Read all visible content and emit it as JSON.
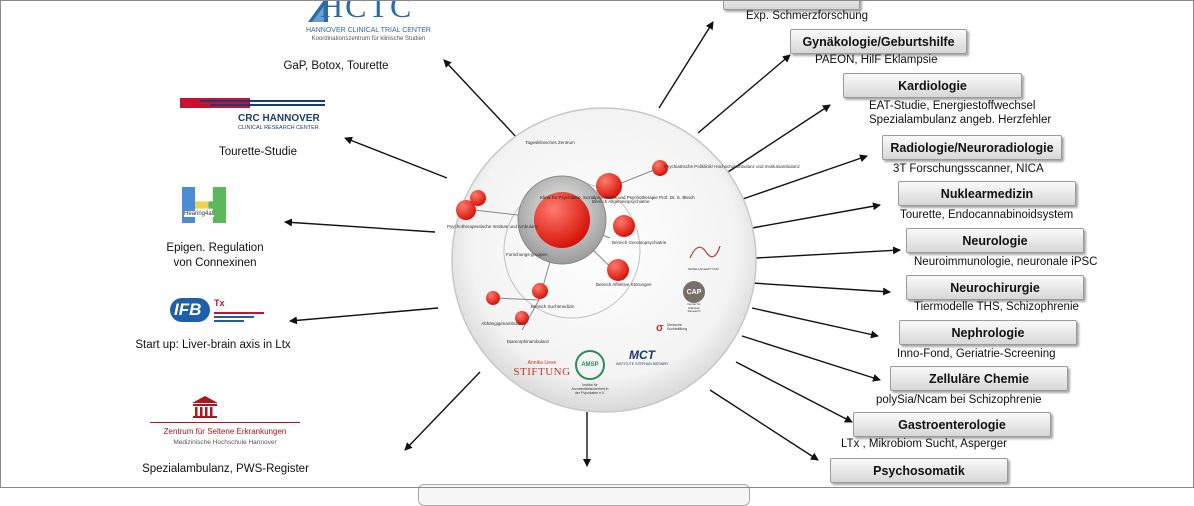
{
  "left_institutions": [
    {
      "logo": "HCTC",
      "logo_sub1": "HANNOVER CLINICAL TRIAL CENTER",
      "logo_sub2": "Koordinationszentrum für klinische Studien",
      "label": "GaP, Botox, Tourette"
    },
    {
      "logo": "CRC HANNOVER",
      "logo_sub1": "CLINICAL RESEARCH CENTER",
      "label": "Tourette-Studie"
    },
    {
      "logo": "Hearing4all",
      "label_line1": "Epigen. Regulation",
      "label_line2": "von Connexinen"
    },
    {
      "logo": "IFB",
      "logo_tx": "Tx",
      "label": "Start up: Liver-brain axis in Ltx"
    },
    {
      "logo": "Zentrum für Seltene Erkrankungen",
      "logo_sub1": "Medizinische Hochschule Hannover",
      "label": "Spezialambulanz, PWS-Register"
    }
  ],
  "right_departments": [
    {
      "sub": "Exp. Schmerzforschung"
    },
    {
      "name": "Gynäkologie/Geburtshilfe",
      "sub": "PAEON,  HilF Eklampsie"
    },
    {
      "name": "Kardiologie",
      "sub": "EAT-Studie, Energiestoffwechsel",
      "sub2": "Spezialambulanz angeb. Herzfehler"
    },
    {
      "name": "Radiologie/Neuroradiologie",
      "sub": "3T Forschungsscanner, NICA"
    },
    {
      "name": "Nuklearmedizin",
      "sub": "Tourette, Endocannabinoidsystem"
    },
    {
      "name": "Neurologie",
      "sub": "Neuroimmunologie, neuronale iPSC"
    },
    {
      "name": "Neurochirurgie",
      "sub": "Tiermodelle THS, Schizophrenie"
    },
    {
      "name": "Nephrologie",
      "sub": "Inno-Fond, Geriatrie-Screening"
    },
    {
      "name": "Zelluläre Chemie",
      "sub": "polySia/Ncam bei Schizophrenie"
    },
    {
      "name": "Gastroenterologie",
      "sub": "LTx , Mikrobiom Sucht, Asperger"
    },
    {
      "name": "Psychosomatik"
    }
  ],
  "center": {
    "hub": "Klinik für Psychiatrie, Sozialpsychiatrie und Psychotherapie Prof. Dr. S. Bleich",
    "forschung": "Forschungs-gruppen",
    "nodes": [
      "Tagesklinisches Zentrum",
      "Psychiatrische Poliklinik/ Hochschulambulanz und Institutsambulanz",
      "Bereich Allgemeinpsychiatrie",
      "Bereich Gerontopsychiatrie",
      "Bereich Affektive Störungen",
      "Bereich Suchtmedizin",
      "Abhängigenambulanz",
      "Diamorphinambulanz",
      "Psychotherapeutische Institute und Ambulanz"
    ],
    "logos": {
      "stiftung_top": "Annika Liese",
      "stiftung": "STIFTUNG",
      "amsp": "AMSP",
      "amsp_sub": "Institut für Arzneimittelsicherheit in der Psychiatrie e.V.",
      "mct": "MCT",
      "mct_sub": "INSTITUTE STEPHAN BIESNER",
      "cap": "CAP",
      "cap_sub": "Center for Addiction Research",
      "dgs": "Deutsche Suchtstiftung",
      "gstarr": "GESELLSCHAFT FÜR"
    }
  },
  "colors": {
    "node_red": "#e8281c",
    "box_border": "#9a9a9a",
    "arrow": "#111111",
    "hctc_blue": "#2b6aa8",
    "crc_red": "#c41230",
    "ifb_blue": "#1d5fa8",
    "zse_red": "#b0141c"
  }
}
